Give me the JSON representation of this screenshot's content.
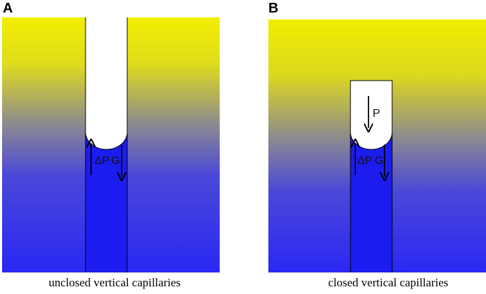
{
  "panels": [
    {
      "letter": "A",
      "caption": "unclosed vertical capillaries",
      "labels": {
        "pressure_difference": "ΔP",
        "gravity": "G"
      }
    },
    {
      "letter": "B",
      "caption": "closed vertical capillaries",
      "labels": {
        "pressure_difference": "ΔP",
        "gravity": "G",
        "pressure": "P"
      }
    }
  ],
  "colors": {
    "top_gradient": "#f2ee00",
    "middle_gradient": "#8a8a98",
    "bottom_gradient": "#2a28f4",
    "liquid": "#1c1cf0",
    "capillary_fill": "#ffffff",
    "outline": "#000000"
  }
}
